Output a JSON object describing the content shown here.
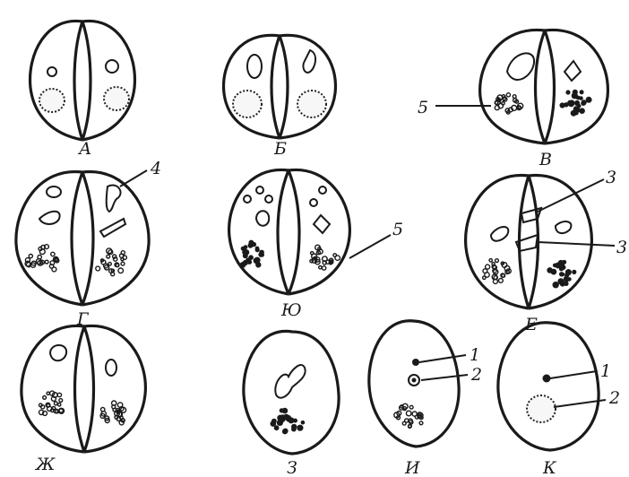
{
  "figure": {
    "panels": [
      {
        "id": "A",
        "label": "А"
      },
      {
        "id": "B",
        "label": "Б"
      },
      {
        "id": "V",
        "label": "В"
      },
      {
        "id": "G",
        "label": "Г"
      },
      {
        "id": "Yu",
        "label": "Ю"
      },
      {
        "id": "E",
        "label": "Е"
      },
      {
        "id": "Zh",
        "label": "Ж"
      },
      {
        "id": "Z",
        "label": "З"
      },
      {
        "id": "I",
        "label": "И"
      },
      {
        "id": "K",
        "label": "К"
      }
    ],
    "callouts": {
      "five_top": "5",
      "four": "4",
      "five_mid": "5",
      "three_a": "3",
      "three_b": "3",
      "one_i": "1",
      "two_i": "2",
      "one_k": "1",
      "two_k": "2"
    }
  }
}
